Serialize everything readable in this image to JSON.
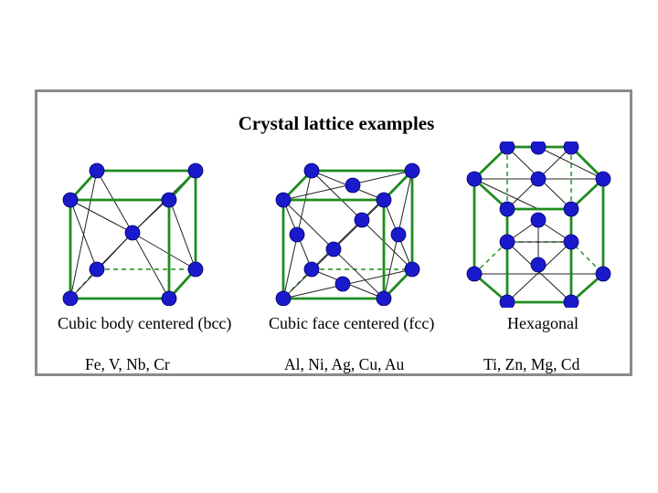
{
  "title": "Crystal lattice examples",
  "lattices": [
    {
      "name": "Cubic body centered (bcc)",
      "examples": "Fe, V, Nb, Cr"
    },
    {
      "name": "Cubic face centered (fcc)",
      "examples": "Al, Ni, Ag, Cu, Au"
    },
    {
      "name": "Hexagonal",
      "examples": "Ti, Zn, Mg, Cd"
    }
  ],
  "colors": {
    "edge": "#1e8c1e",
    "atom": "#1a1acc",
    "border": "#8a8a8a"
  }
}
